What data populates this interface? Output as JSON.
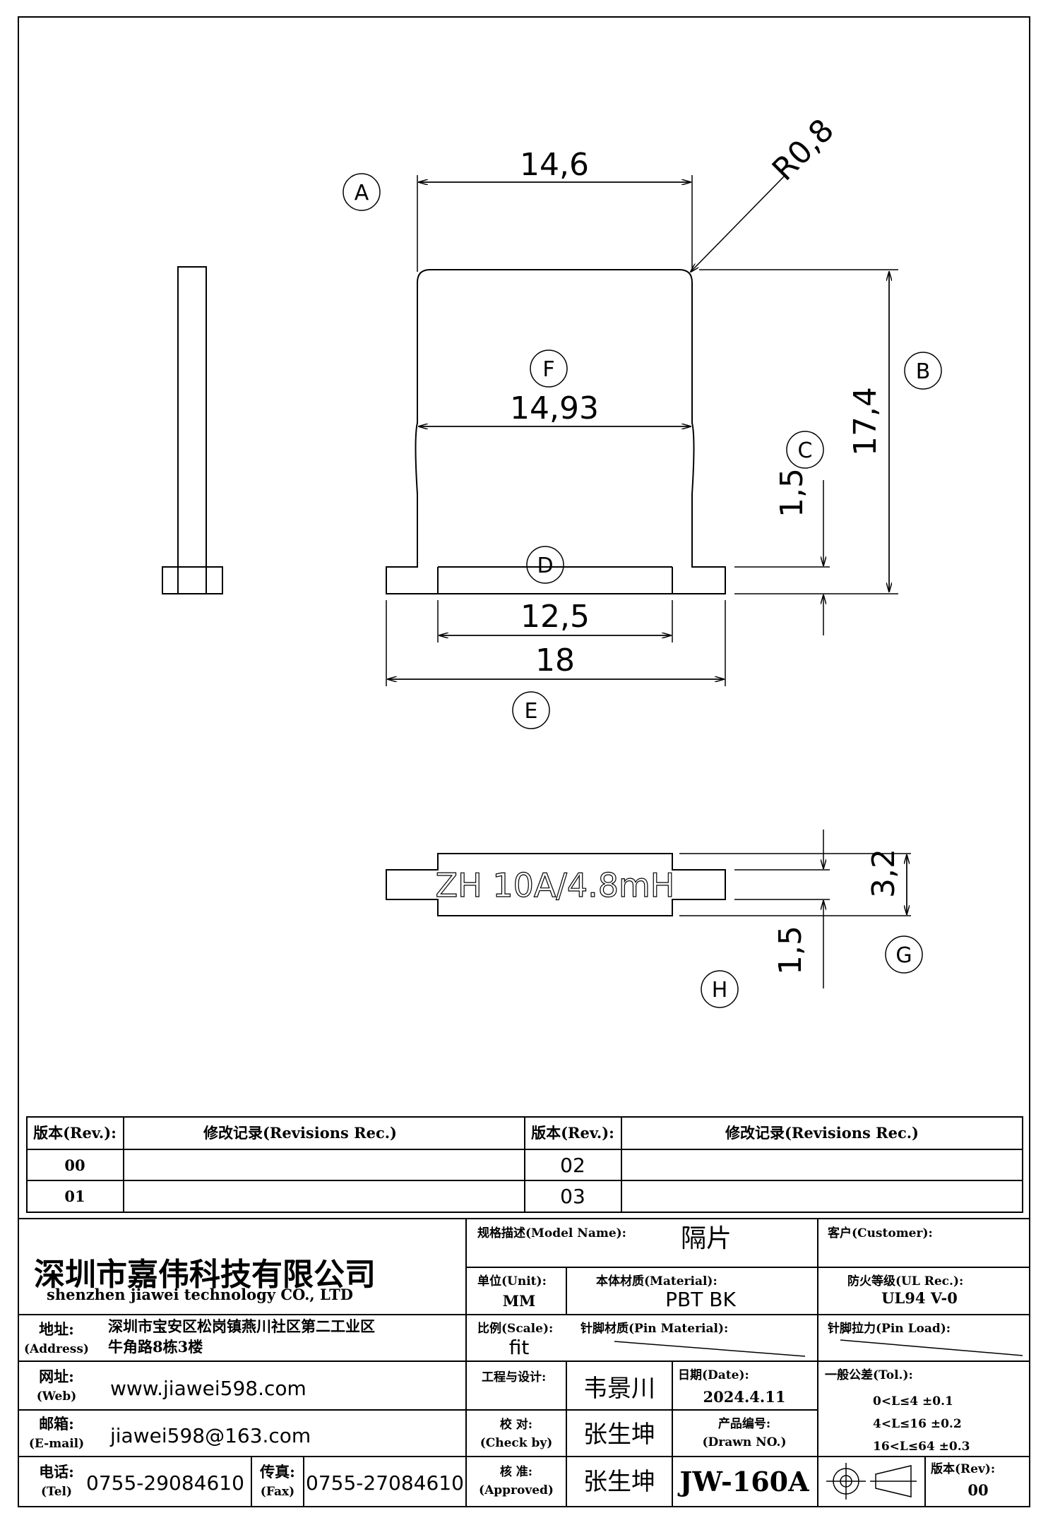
{
  "drawing": {
    "dims": {
      "width_top": "14,6",
      "radius": "R0,8",
      "width_mid": "14,93",
      "height_total": "17,4",
      "base_height": "1,5",
      "slot_width": "12,5",
      "width_total": "18",
      "thickness": "3,2",
      "thickness_small": "1,5"
    },
    "callouts": [
      "A",
      "B",
      "C",
      "D",
      "E",
      "F",
      "G",
      "H"
    ],
    "marking": "ZH 10A/4.8mH"
  },
  "revisions": {
    "headers": [
      "版本(Rev.):",
      "修改记录(Revisions Rec.)",
      "版本(Rev.):",
      "修改记录(Revisions Rec.)"
    ],
    "left": [
      "00",
      "01"
    ],
    "right": [
      "02",
      "03"
    ]
  },
  "title_block": {
    "company": "深圳市嘉伟科技有限公司",
    "company_en": "shenzhen  jiawei  technology  CO., LTD",
    "address_label": "地址:",
    "address_label_en": "(Address)",
    "address_line1": "深圳市宝安区松岗镇燕川社区第二工业区",
    "address_line2": "牛角路8栋3楼",
    "web_label": "网址:",
    "web_label_en": "(Web)",
    "web": "www.jiawei598.com",
    "email_label": "邮箱:",
    "email_label_en": "(E-mail)",
    "email": "jiawei598@163.com",
    "tel_label": "电话:",
    "tel_label_en": "(Tel)",
    "tel": "0755-29084610",
    "fax_label": "传真:",
    "fax_label_en": "(Fax)",
    "fax": "0755-27084610",
    "model_label": "规格描述(Model Name):",
    "model": "隔片",
    "customer_label": "客户(Customer):",
    "unit_label": "单位(Unit):",
    "unit": "MM",
    "material_label": "本体材质(Material):",
    "material": "PBT  BK",
    "ul_label": "防火等级(UL Rec.):",
    "ul": "UL94  V-0",
    "scale_label": "比例(Scale):",
    "scale": "fit",
    "pin_material_label": "针脚材质(Pin Material):",
    "pin_load_label": "针脚拉力(Pin Load):",
    "design_label": "工程与设计:",
    "designer": "韦景川",
    "date_label": "日期(Date):",
    "date": "2024.4.11",
    "tol_label": "一般公差(Tol.):",
    "tol": [
      "0<L≤4   ±0.1",
      "4<L≤16  ±0.2",
      "16<L≤64 ±0.3"
    ],
    "check_label": "校  对:",
    "check_label_en": "(Check by)",
    "checker": "张生坤",
    "drawno_label": "产品编号:",
    "drawno_label_en": "(Drawn NO.)",
    "drawno": "JW-160A",
    "approve_label": "核  准:",
    "approve_label_en": "(Approved)",
    "approver": "张生坤",
    "rev_label": "版本(Rev):",
    "rev": "00"
  }
}
